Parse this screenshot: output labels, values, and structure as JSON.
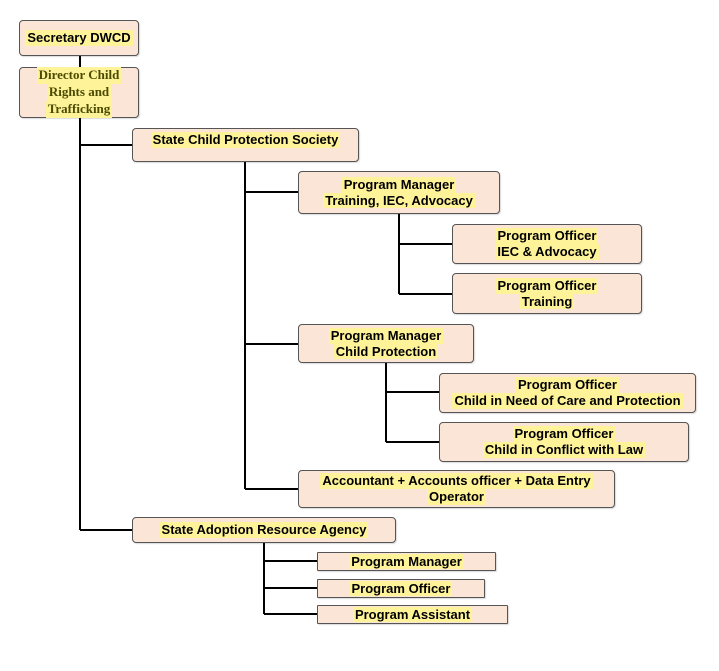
{
  "colors": {
    "box_fill": "#fbe5d6",
    "box_border": "#555555",
    "highlight": "#fff39a",
    "connector": "#000000"
  },
  "nodes": {
    "secretary": [
      "Secretary DWCD"
    ],
    "director": [
      "Director Child",
      "Rights and",
      "Trafficking"
    ],
    "scps": [
      "State Child Protection Society"
    ],
    "pm_training": [
      "Program Manager",
      "Training, IEC, Advocacy"
    ],
    "po_iec": [
      "Program Officer",
      "IEC & Advocacy"
    ],
    "po_training": [
      "Program Officer",
      "Training"
    ],
    "pm_cp": [
      "Program Manager",
      "Child Protection"
    ],
    "po_cncp": [
      "Program Officer",
      "Child in Need of Care and Protection"
    ],
    "po_ccl": [
      "Program Officer",
      "Child in Conflict with Law"
    ],
    "accountant": [
      "Accountant + Accounts officer + Data Entry",
      "Operator"
    ],
    "sara": [
      "State Adoption Resource Agency"
    ],
    "sara_pm": [
      "Program Manager"
    ],
    "sara_po": [
      "Program Officer"
    ],
    "sara_pa": [
      "Program Assistant"
    ]
  }
}
